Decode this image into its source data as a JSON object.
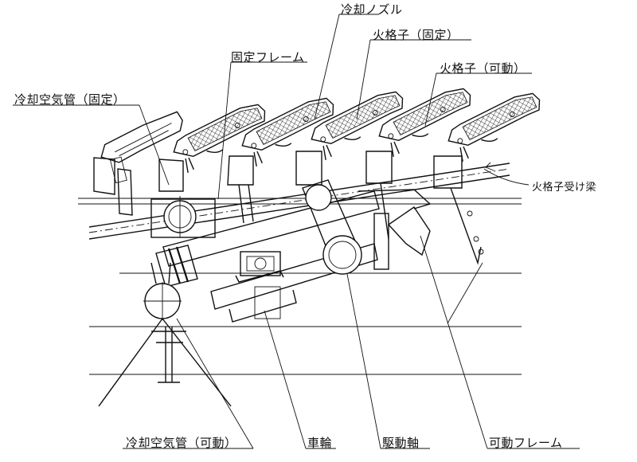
{
  "labels": {
    "cooling_nozzle": "冷却ノズル",
    "grate_fixed": "火格子（固定）",
    "fixed_frame": "固定フレーム",
    "grate_movable": "火格子（可動）",
    "cooling_air_pipe_fixed": "冷却空気管（固定）",
    "grate_support_beam": "火格子受け梁",
    "cooling_air_pipe_movable": "冷却空気管（可動）",
    "wheel": "車輪",
    "drive_shaft": "駆動軸",
    "movable_frame": "可動フレーム"
  },
  "colors": {
    "line": "#111111",
    "background": "#ffffff"
  }
}
